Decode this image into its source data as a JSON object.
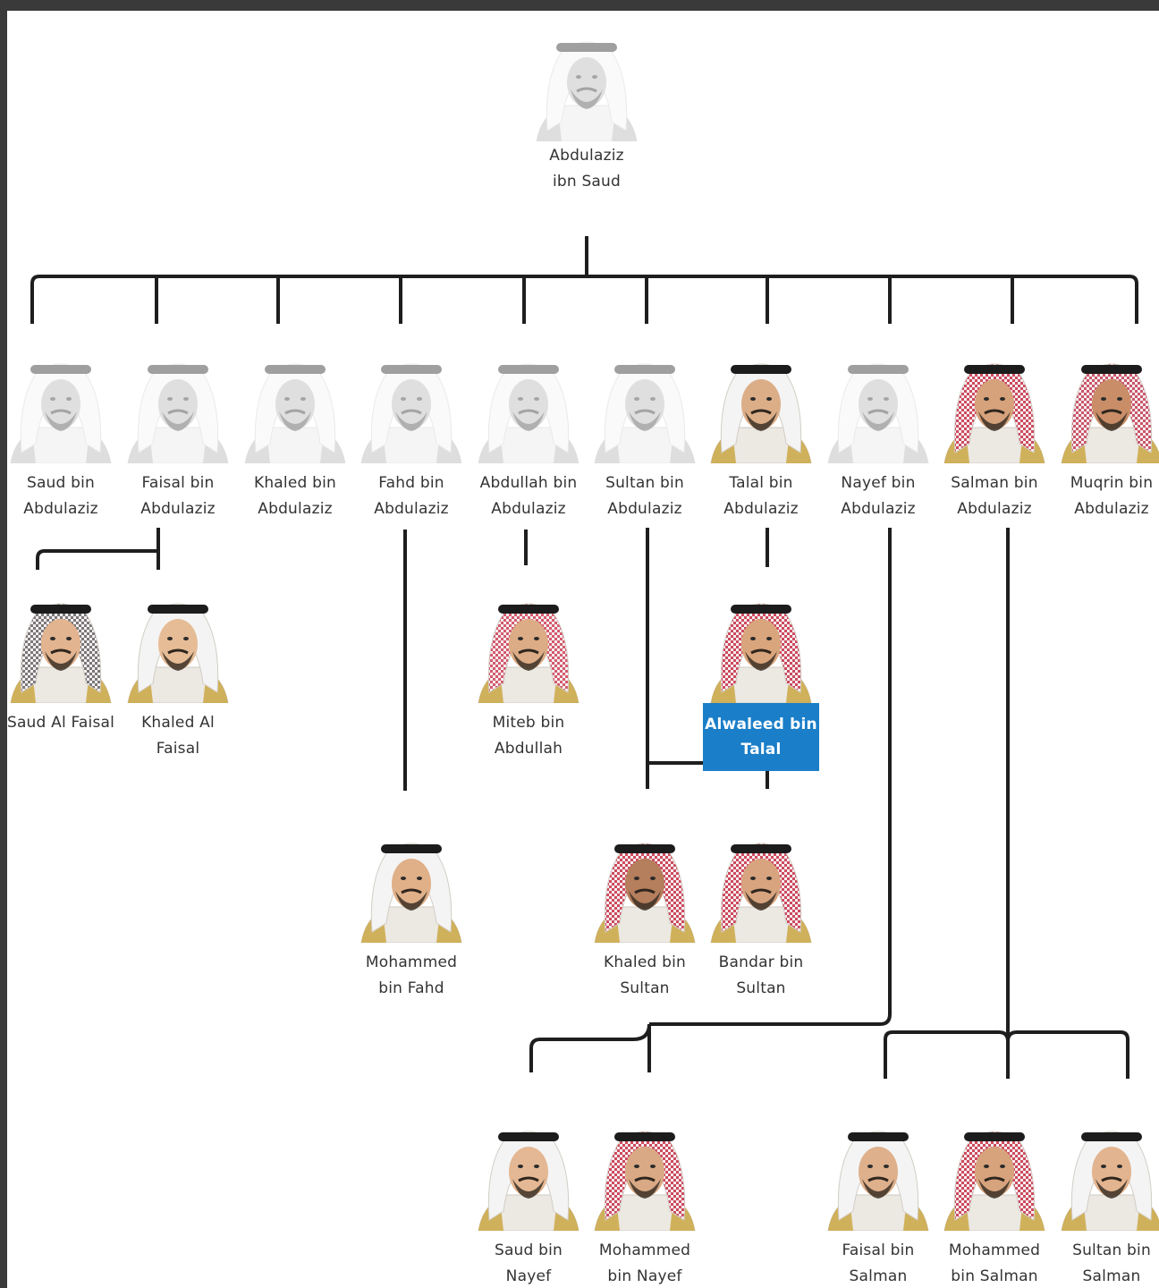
{
  "colors": {
    "line": "#1e1e1e",
    "highlight": "#1a7ec8",
    "text": "#333333"
  },
  "tree": {
    "root": {
      "name": "Abdulaziz ibn Saud"
    },
    "sons": [
      {
        "name": "Saud bin Abdulaziz"
      },
      {
        "name": "Faisal bin Abdulaziz"
      },
      {
        "name": "Khaled bin Abdulaziz"
      },
      {
        "name": "Fahd bin Abdulaziz"
      },
      {
        "name": "Abdullah bin Abdulaziz"
      },
      {
        "name": "Sultan bin Abdulaziz"
      },
      {
        "name": "Talal bin Abdulaziz"
      },
      {
        "name": "Nayef bin Abdulaziz"
      },
      {
        "name": "Salman bin Abdulaziz"
      },
      {
        "name": "Muqrin bin Abdulaziz"
      }
    ],
    "grandsons": [
      {
        "name": "Saud Al Faisal"
      },
      {
        "name": "Khaled Al Faisal"
      },
      {
        "name": "Miteb bin Abdullah"
      },
      {
        "name": "Alwaleed bin Talal",
        "highlighted": true
      },
      {
        "name": "Mohammed bin Fahd"
      },
      {
        "name": "Khaled bin Sultan"
      },
      {
        "name": "Bandar bin Sultan"
      },
      {
        "name": "Saud bin Nayef"
      },
      {
        "name": "Mohammed bin Nayef"
      },
      {
        "name": "Faisal bin Salman"
      },
      {
        "name": "Mohammed bin Salman"
      },
      {
        "name": "Sultan bin Salman"
      }
    ]
  }
}
